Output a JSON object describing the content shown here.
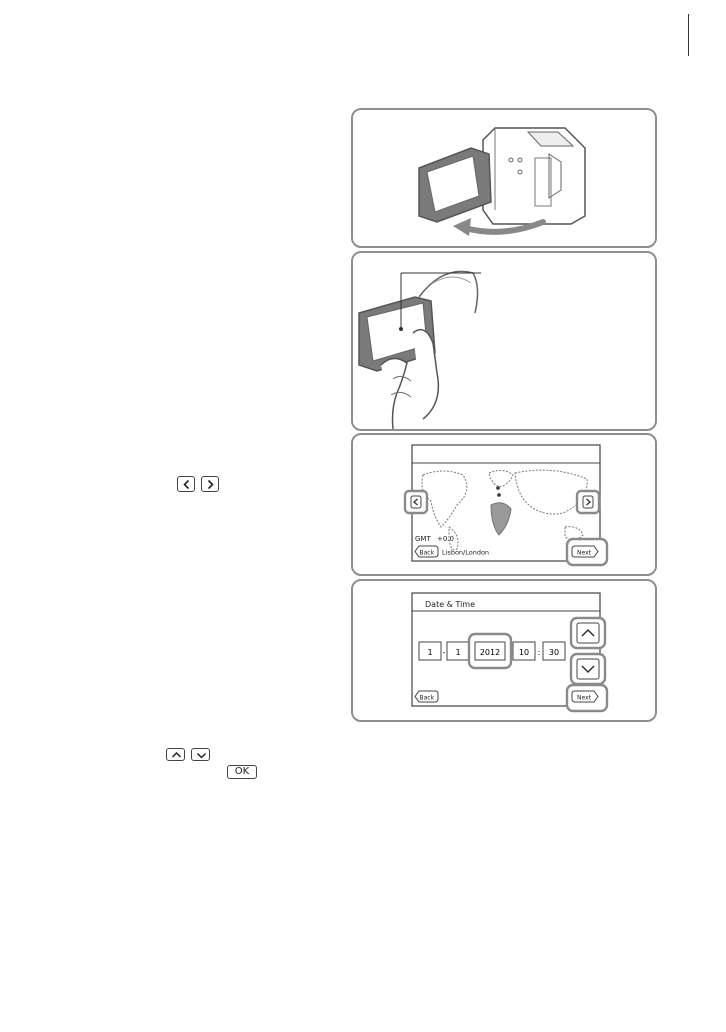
{
  "panel3": {
    "gmt_label": "GMT",
    "gmt_offset": "+0.0",
    "back_label": "Back",
    "city": "Lisbon/London",
    "next_label": "Next"
  },
  "panel4": {
    "title": "Date & Time",
    "fields": {
      "month": "1",
      "day": "1",
      "year": "2012",
      "hour": "10",
      "minute": "30"
    },
    "separators": {
      "sep1": "-",
      "sep2": "-",
      "sep3": ":"
    },
    "back_label": "Back",
    "next_label": "Next"
  },
  "inline": {
    "ok_label": "OK"
  },
  "icons": {
    "left_arrow": "chevron-left-icon",
    "right_arrow": "chevron-right-icon",
    "up_arrow": "chevron-up-icon",
    "down_arrow": "chevron-down-icon"
  }
}
